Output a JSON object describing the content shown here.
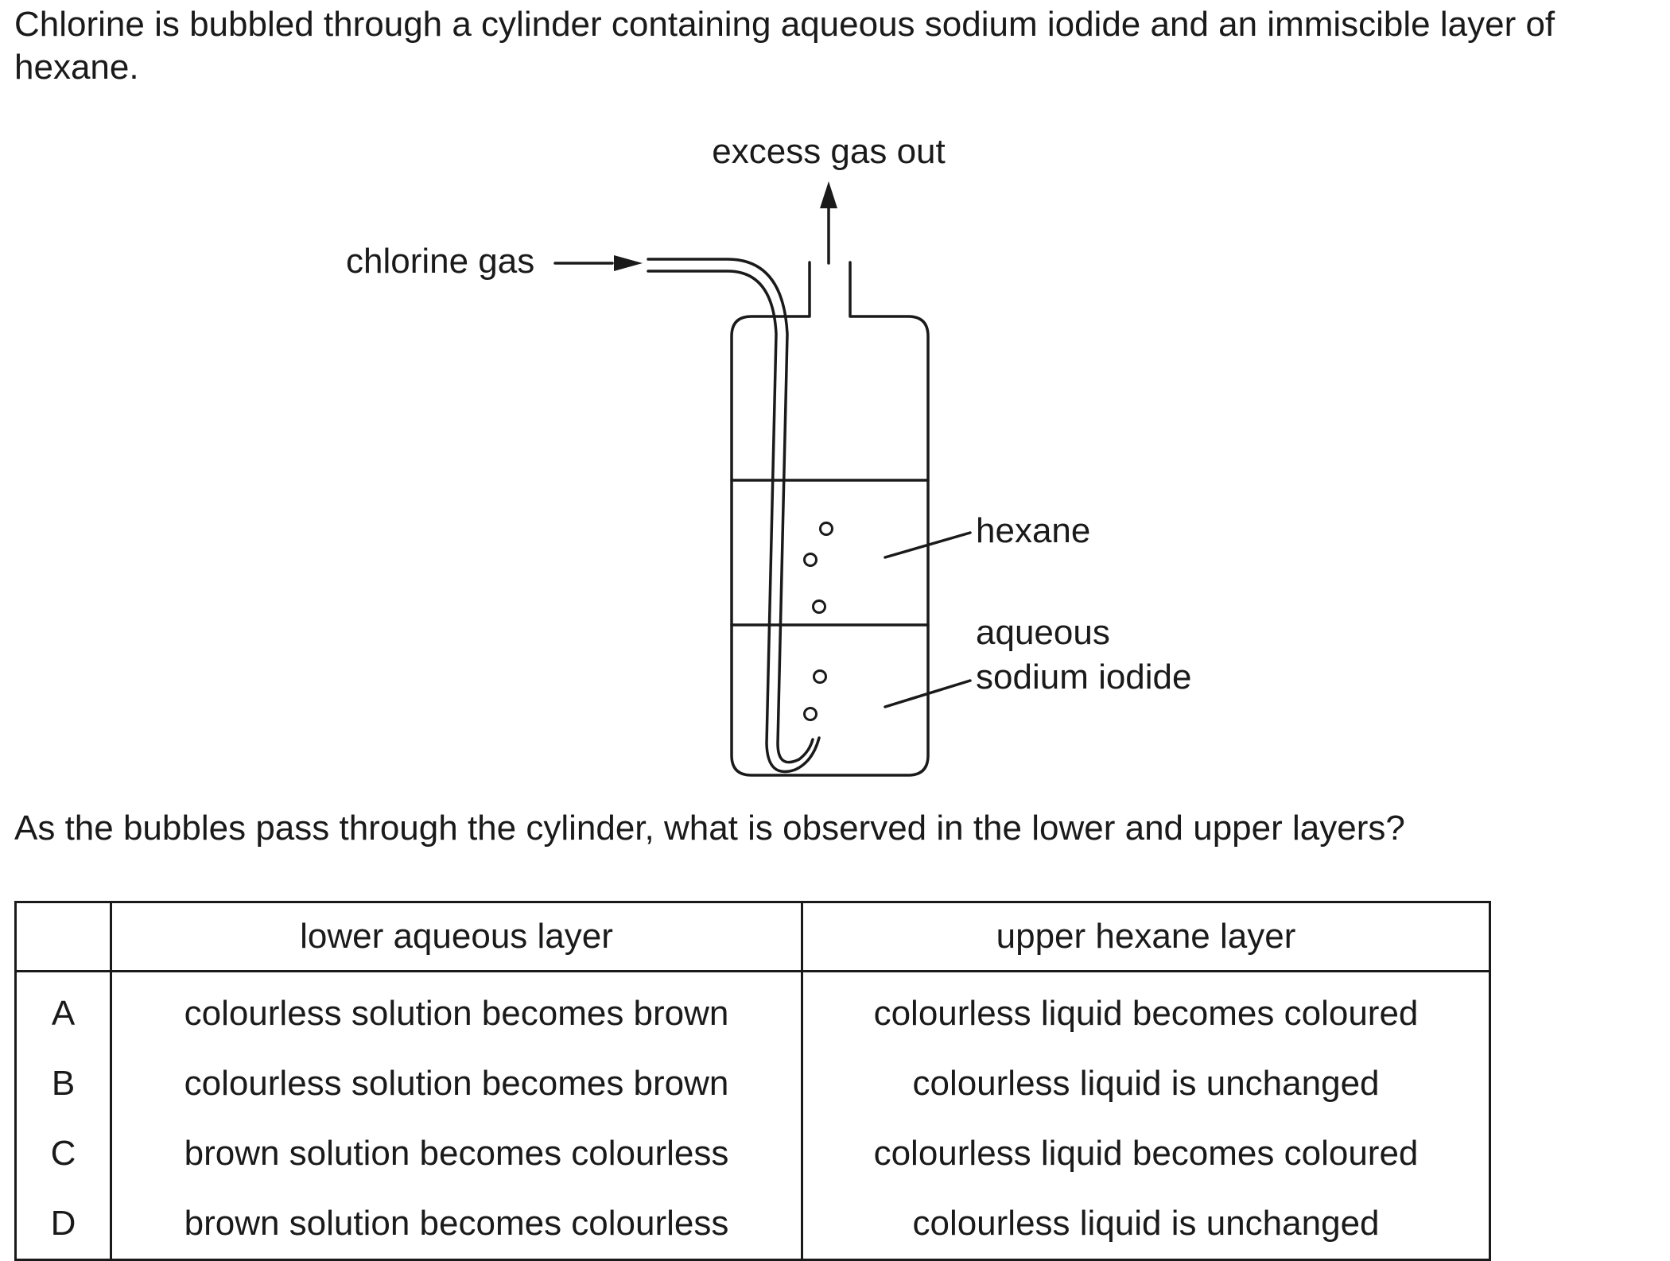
{
  "intro_text": "Chlorine is bubbled through a cylinder containing aqueous sodium iodide and an immiscible layer of hexane.",
  "diagram": {
    "labels": {
      "excess_gas_out": "excess gas out",
      "chlorine_gas": "chlorine gas",
      "hexane": "hexane",
      "aqueous_line1": "aqueous",
      "aqueous_line2": "sodium iodide"
    }
  },
  "question_text": "As the bubbles pass through the cylinder, what is observed in the lower and upper layers?",
  "table": {
    "headers": [
      "",
      "lower aqueous layer",
      "upper hexane layer"
    ],
    "rows": [
      {
        "letter": "A",
        "lower": "colourless solution becomes brown",
        "upper": "colourless liquid becomes coloured"
      },
      {
        "letter": "B",
        "lower": "colourless solution becomes brown",
        "upper": "colourless liquid is unchanged"
      },
      {
        "letter": "C",
        "lower": "brown solution becomes colourless",
        "upper": "colourless liquid becomes coloured"
      },
      {
        "letter": "D",
        "lower": "brown solution becomes colourless",
        "upper": "colourless liquid is unchanged"
      }
    ]
  }
}
